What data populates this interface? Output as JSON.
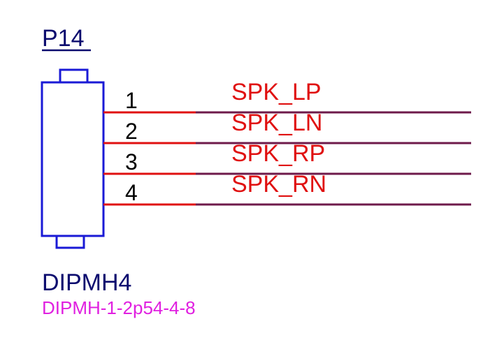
{
  "component": {
    "designator": "P14",
    "part_name": "DIPMH4",
    "footprint": "DIPMH-1-2p54-4-8"
  },
  "pins": [
    {
      "number": "1",
      "net": "SPK_LP"
    },
    {
      "number": "2",
      "net": "SPK_LN"
    },
    {
      "number": "3",
      "net": "SPK_RP"
    },
    {
      "number": "4",
      "net": "SPK_RN"
    }
  ],
  "colors": {
    "body_outline": "#1a1ad6",
    "designator_text": "#0b0b6e",
    "part_name_text": "#0b0b6e",
    "footprint_text": "#e020e0",
    "pin_line": "#e01010",
    "wire": "#6e1a4a",
    "net_label": "#e01010",
    "pin_number": "#000000"
  }
}
